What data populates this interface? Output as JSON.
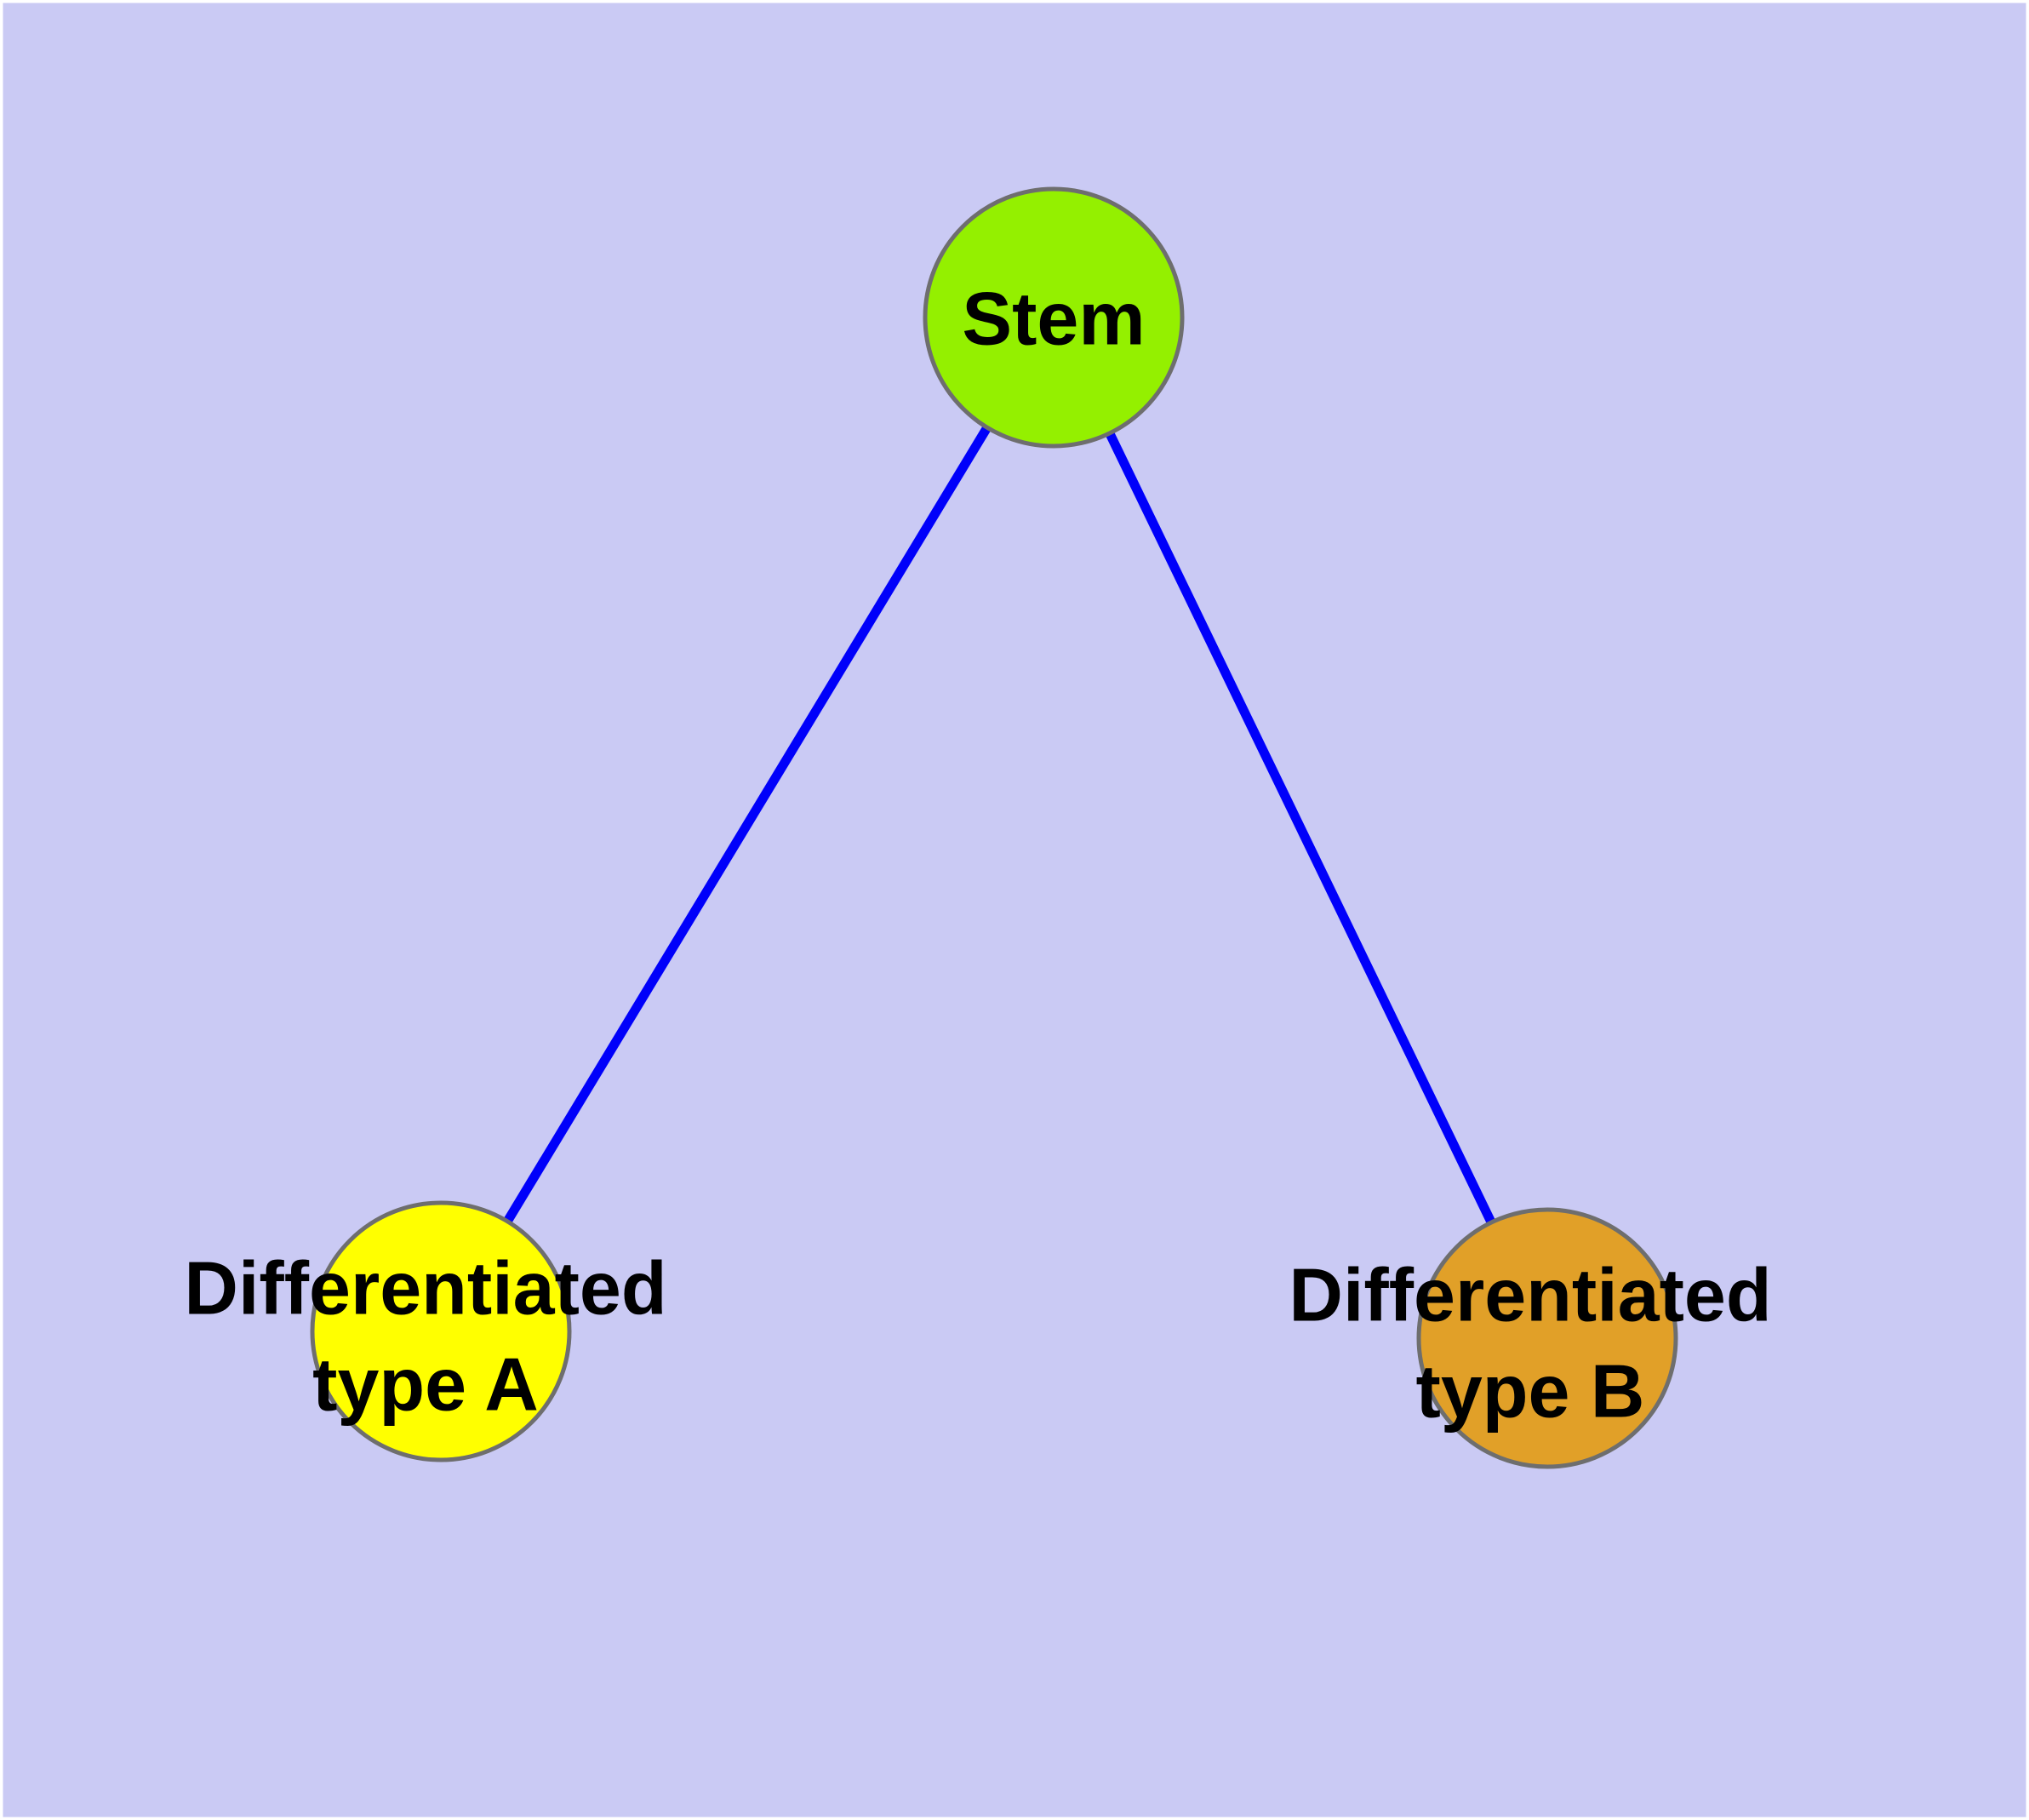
{
  "figure": {
    "kind": "node-link-diagram",
    "background_color": "#cacaf4",
    "text_color": "#000000",
    "node_border_color": "#6e6e6e",
    "edge_color": "#0000fa"
  },
  "nodes": [
    {
      "id": "stem",
      "label": "Stem",
      "line1": "Stem",
      "line2": "",
      "fill": "#94f000",
      "border": "#6e6e6e"
    },
    {
      "id": "differentiated-type-a",
      "label": "Differentiated type A",
      "line1": "Differentiated",
      "line2": "type A",
      "fill": "#ffff00",
      "border": "#6e6e6e"
    },
    {
      "id": "differentiated-type-b",
      "label": "Differentiated type B",
      "line1": "Differentiated",
      "line2": "type B",
      "fill": "#e1a028",
      "border": "#6e6e6e"
    }
  ],
  "edges": [
    {
      "from": "stem",
      "to": "differentiated-type-a",
      "color": "#0000fa"
    },
    {
      "from": "stem",
      "to": "differentiated-type-b",
      "color": "#0000fa"
    }
  ]
}
